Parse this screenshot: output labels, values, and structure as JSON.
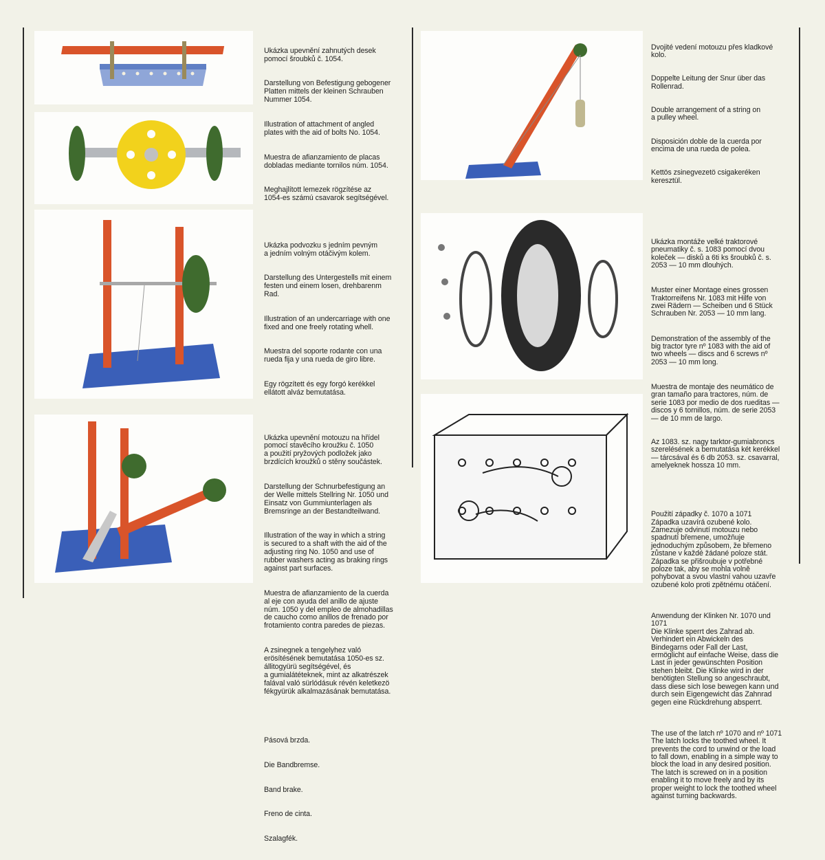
{
  "left_column": {
    "captions": [
      {
        "cz": "Ukázka upevnění zahnutých desek\npomocí šroubků č. 1054.",
        "de": "Darstellung von Befestigung gebogener\nPlatten mittels der kleinen Schrauben\nNummer 1054.",
        "en": "Illustration of attachment of angled\nplates with the aid of bolts No. 1054.",
        "es": "Muestra de afianzamiento de placas\ndobladas mediante tornilos núm. 1054.",
        "hu": "Meghajlított lemezek rögzítése az\n1054-es számú csavarok segítségével."
      },
      {
        "cz": "Ukázka podvozku s jedním pevným\na jedním volným otáčivým kolem.",
        "de": "Darstellung des Untergestells mit einem\nfesten und einem losen, drehbarenm\nRad.",
        "en": "Illustration of an undercarriage with one\nfixed and one freely rotating whell.",
        "es": "Muestra del soporte rodante con una\nrueda fija y una rueda de giro libre.",
        "hu": "Egy rögzített és egy forgó kerékkel\nellátott alváz bemutatása."
      },
      {
        "cz": "Ukázka upevnění motouzu na hřídel\npomocí stavěcího kroužku č. 1050\na použití pryžových podložek jako\nbrzdících kroužků o stěny součástek.",
        "de": "Darstellung der Schnurbefestigung an\nder Welle mittels Stellring Nr. 1050 und\nEinsatz von Gummiunterlagen als\nBremsringe an der Bestandteilwand.",
        "en": "Illustration of the way in which a string\nis secured to a shaft with the aid of the\nadjusting ring No. 1050 and use of\nrubber washers acting as braking rings\nagainst part surfaces.",
        "es": "Muestra de afianzamiento de la cuerda\nal eje con ayuda del anillo de ajuste\nnúm. 1050 y del empleo de almohadillas\nde caucho como anillos de frenado por\nfrotamiento contra paredes de piezas.",
        "hu": "A zsinegnek a tengelyhez való\nerösítésének bemutatása 1050-es sz.\nállitogyürü segítségével, és\na gumialátéteknek, mint az alkatrészek\nfalával való sürlódásuk révén keletkezö\nfékgyürük alkalmazásának bemutatása."
      },
      {
        "cz": "Pásová brzda.",
        "de": "Die Bandbremse.",
        "en": "Band brake.",
        "es": "Freno de cinta.",
        "hu": "Szalagfék."
      }
    ]
  },
  "right_column": {
    "captions": [
      {
        "cz": "Dvojité vedení motouzu přes kladkové\nkolo.",
        "de": "Doppelte Leitung der Snur über das\nRollenrad.",
        "en": "Double arrangement of a string on\na pulley wheel.",
        "es": "Disposición doble de la cuerda por\nencima de una rueda de polea.",
        "hu": "Kettös zsinegvezetö csigakeréken\nkeresztül."
      },
      {
        "cz": "Ukázka montáže velké traktorové\npneumatiky č. s. 1083 pomocí dvou\nkoleček — disků a 6ti ks šroubků č. s.\n2053 — 10 mm dlouhých.",
        "de": "Muster einer Montage eines grossen\nTraktorreifens Nr. 1083 mit Hilfe von\nzwei Rädern — Scheiben und 6 Stück\nSchrauben Nr. 2053 — 10 mm lang.",
        "en": "Demonstration of the assembly of the\nbig tractor tyre nº 1083 with the aid of\ntwo wheels — discs and 6 screws nº\n2053 — 10 mm long.",
        "es": "Muestra de montaje des neumático de\ngran tamaño para tractores, núm. de\nserie 1083 por medio de dos rueditas —\ndiscos y 6 tornillos, núm. de serie 2053\n— de 10 mm de largo.",
        "hu": "Az 1083. sz. nagy tarktor-gumiabroncs\nszerelésének a bemutatása két kerékkel\n— tárcsával és 6 db 2053. sz. csavarral,\namelyeknek hossza 10 mm."
      },
      {
        "cz": "Použití západky č. 1070 a 1071\nZápadka uzavírá ozubené kolo.\nZamezuje odvinutí motouzu nebo\nspadnutí břemene, umožňuje\njednoduchým způsobem, že břemeno\nzůstane v každé žádané poloze stát.\nZápadka se přišroubuje v potřebné\npoloze tak, aby se mohla volně\npohybovat a svou vlastní vahou uzavře\nozubené kolo proti zpětnému otáčení.",
        "de": "Anwendung der Klinken Nr. 1070 und\n1071\nDie Klinke sperrt des Zahrad ab.\nVerhindert ein Abwickeln des\nBindegarns oder Fall der Last,\nermöglicht auf einfache Weise, dass die\nLast in jeder gewünschten Position\nstehen bleibt. Die Klinke wird in der\nbenötigten Stellung so angeschraubt,\ndass diese sich lose bewegen kann und\ndurch sein Eigengewicht das Zahnrad\ngegen eine Rückdrehung absperrt.",
        "en": "The use of the latch nº 1070 and nº 1071\nThe latch locks the toothed wheel. It\nprevents the cord to unwind or the load\nto fall down, enabling in a simple way to\nblock the load in any desired position.\nThe latch is screwed on in a position\nenabling it to move freely and by its\nproper weight to lock the toothed wheel\nagainst turning backwards."
      }
    ]
  },
  "colors": {
    "background": "#f2f2e8",
    "plate_blue": "#3a5fb8",
    "strip_red": "#d9542a",
    "wheel_green": "#3f6b2e",
    "wheel_yellow": "#f2d21c"
  }
}
